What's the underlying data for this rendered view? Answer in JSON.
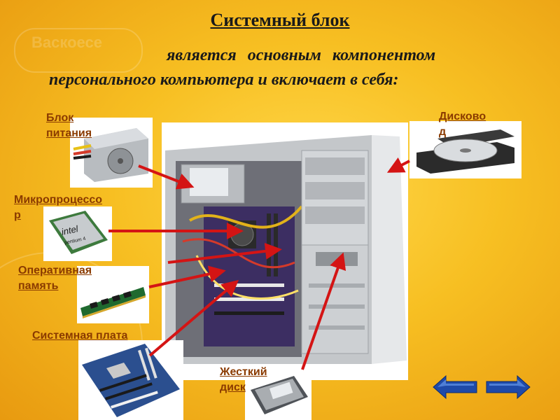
{
  "slide": {
    "ghost_text": "Васкоесе",
    "title": "Системный блок",
    "intro_line1": "является основным компонентом",
    "intro_line2": "персонального компьютера и включает в себя:"
  },
  "labels": {
    "power_supply": [
      "Блок",
      "питания"
    ],
    "optical_drive": [
      "Дисково",
      "д"
    ],
    "cpu": [
      "Микропроцессо",
      "р"
    ],
    "ram": [
      "Оперативная",
      "память"
    ],
    "motherboard": "Системная плата",
    "hdd": [
      "Жесткий",
      "диск"
    ]
  },
  "chip_text": [
    "intel",
    "pentium 4"
  ],
  "nav": {
    "prev_icon": "arrow-left-icon",
    "next_icon": "arrow-right-icon"
  },
  "colors": {
    "label": "#8a3a00",
    "arrow": "#d41414",
    "nav": "#1f4aa8",
    "background": "#f7bf22"
  }
}
